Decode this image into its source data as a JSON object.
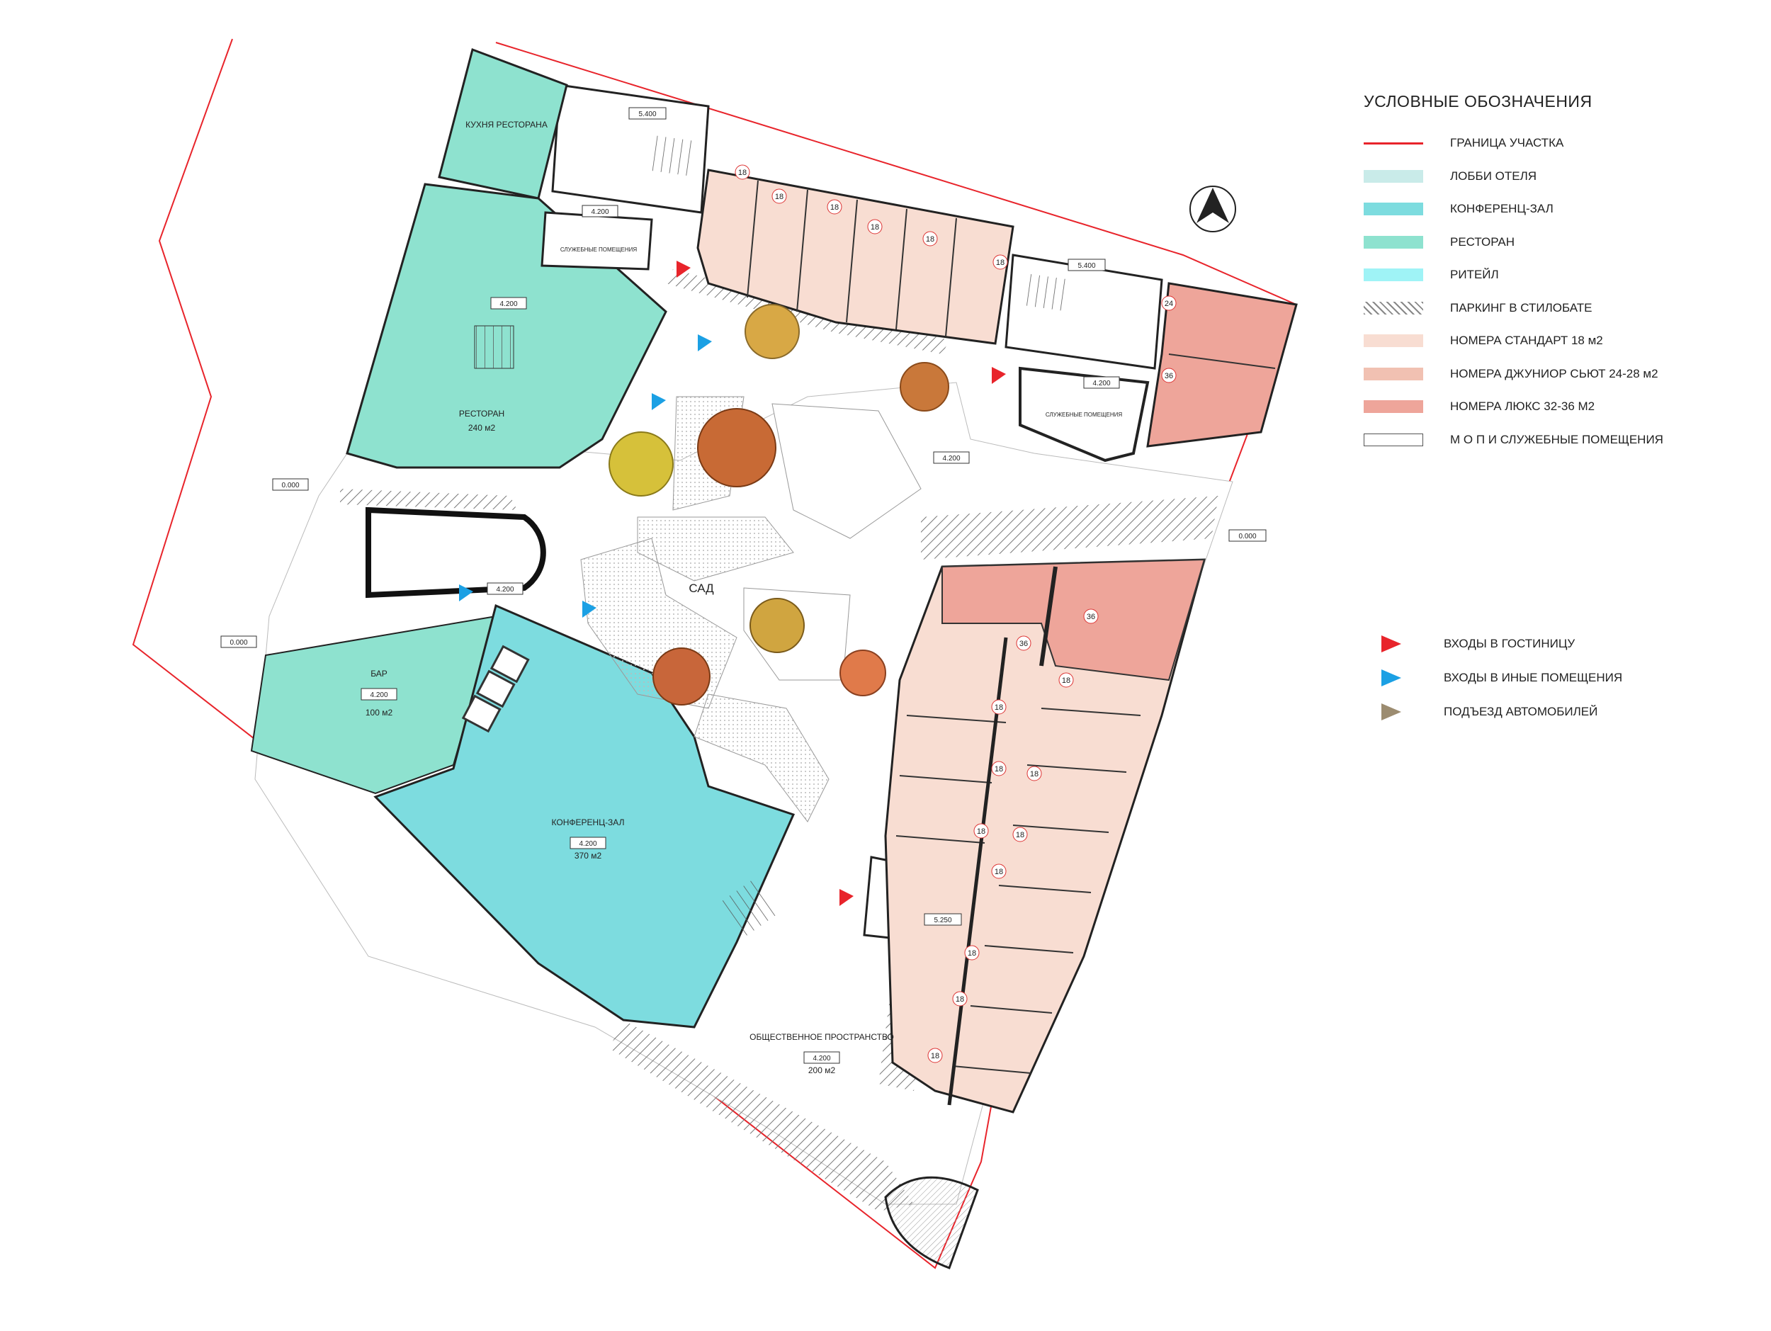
{
  "legend": {
    "title": "УСЛОВНЫЕ ОБОЗНАЧЕНИЯ",
    "items": [
      {
        "label": "ГРАНИЦА УЧАСТКА",
        "color": "#e8242b",
        "style": "line"
      },
      {
        "label": "ЛОББИ ОТЕЛЯ",
        "color": "#c9ebe9",
        "style": "fill"
      },
      {
        "label": "КОНФЕРЕНЦ-ЗАЛ",
        "color": "#7ddcdf",
        "style": "fill"
      },
      {
        "label": "РЕСТОРАН",
        "color": "#8ee2cf",
        "style": "fill"
      },
      {
        "label": "РИТЕЙЛ",
        "color": "#9ff3f6",
        "style": "fill"
      },
      {
        "label": "ПАРКИНГ В СТИЛОБАТЕ",
        "color": "#888888",
        "style": "hatch"
      },
      {
        "label": "НОМЕРА СТАНДАРТ 18 м2",
        "color": "#f8ddd2",
        "style": "fill"
      },
      {
        "label": "НОМЕРА ДЖУНИОР СЬЮТ 24-28 м2",
        "color": "#f1c1b2",
        "style": "fill"
      },
      {
        "label": "НОМЕРА ЛЮКС 32-36 М2",
        "color": "#eea59a",
        "style": "fill"
      },
      {
        "label": "М О П  И  СЛУЖЕБНЫЕ ПОМЕЩЕНИЯ",
        "color": "#ffffff",
        "style": "outline"
      }
    ]
  },
  "entrances": [
    {
      "label": "ВХОДЫ В ГОСТИНИЦУ",
      "color": "#e8242b"
    },
    {
      "label": "ВХОДЫ В ИНЫЕ ПОМЕЩЕНИЯ",
      "color": "#1ba0e4"
    },
    {
      "label": "ПОДЪЕЗД АВТОМОБИЛЕЙ",
      "color": "#9c8c70"
    }
  ],
  "plan": {
    "rooms": {
      "kitchen": "КУХНЯ РЕСТОРАНА",
      "restaurant": "РЕСТОРАН",
      "restaurant_area": "240 м2",
      "service_1": "СЛУЖЕБНЫЕ ПОМЕЩЕНИЯ",
      "service_2": "СЛУЖЕБНЫЕ ПОМЕЩЕНИЯ",
      "bar": "БАР",
      "bar_area": "100 м2",
      "conference": "КОНФЕРЕНЦ-ЗАЛ",
      "conference_area": "370 м2",
      "public_space": "ОБЩЕСТВЕННОЕ ПРОСТРАНСТВО",
      "public_area": "200 м2",
      "garden": "САД"
    },
    "elevations": {
      "top_core_1": "5.400",
      "top_service": "4.200",
      "restaurant": "4.200",
      "top_core_2": "5.400",
      "east_service": "4.200",
      "garden_east": "4.200",
      "west_ext": "0.000",
      "passage": "4.200",
      "bar_ext": "0.000",
      "bar": "4.200",
      "conference": "4.200",
      "east_ext": "0.000",
      "south_core": "5.250",
      "public": "4.200"
    },
    "room_numbers": {
      "n1": "18",
      "n2": "18",
      "n3": "18",
      "n4": "18",
      "n5": "18",
      "n6": "18",
      "n7": "24",
      "n8": "36",
      "n9": "36",
      "n10": "36",
      "n11": "18",
      "n12": "18",
      "n13": "18",
      "n14": "18",
      "n15": "18",
      "n16": "18",
      "n17": "18",
      "n18": "18",
      "n19": "18",
      "n20": "18"
    }
  }
}
